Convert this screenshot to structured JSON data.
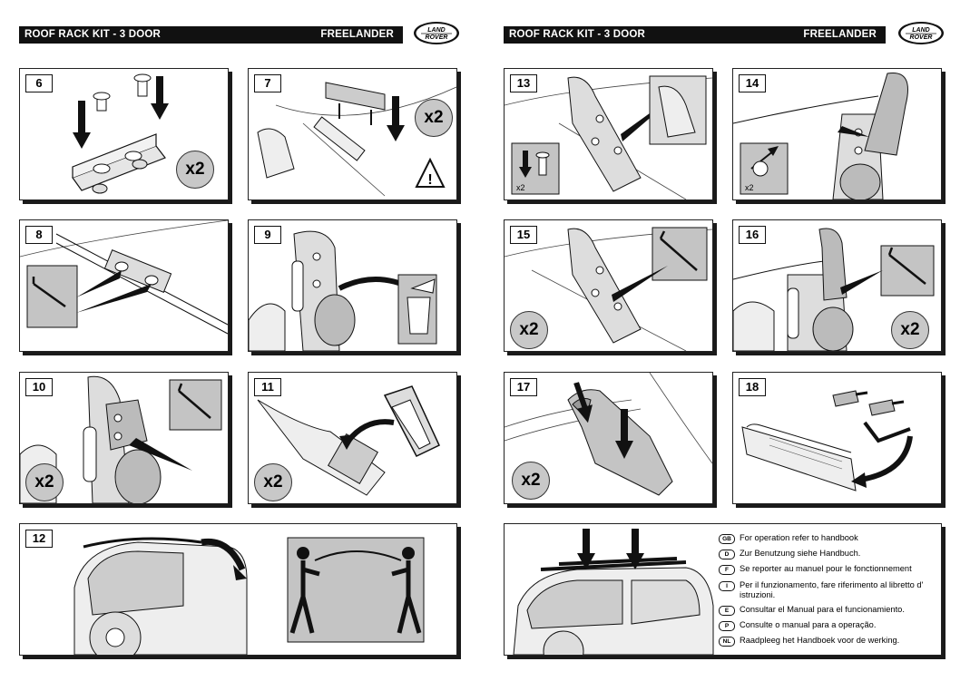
{
  "left_header": {
    "title": "ROOF RACK KIT - 3 DOOR",
    "brand": "FREELANDER"
  },
  "right_header": {
    "title": "ROOF RACK KIT - 3 DOOR",
    "brand": "FREELANDER"
  },
  "logo": {
    "line1": "LAND",
    "line2": "ROVER"
  },
  "steps": {
    "s6": {
      "number": "6",
      "badge": "x2"
    },
    "s7": {
      "number": "7",
      "badge": "x2"
    },
    "s8": {
      "number": "8"
    },
    "s9": {
      "number": "9"
    },
    "s10": {
      "number": "10",
      "badge": "x2"
    },
    "s11": {
      "number": "11",
      "badge": "x2"
    },
    "s12": {
      "number": "12"
    },
    "s13": {
      "number": "13",
      "note": "x2"
    },
    "s14": {
      "number": "14",
      "note": "x2"
    },
    "s15": {
      "number": "15",
      "badge": "x2"
    },
    "s16": {
      "number": "16",
      "badge": "x2"
    },
    "s17": {
      "number": "17",
      "badge": "x2"
    },
    "s18": {
      "number": "18"
    }
  },
  "legend": [
    {
      "code": "GB",
      "text": "For operation refer to handbook"
    },
    {
      "code": "D",
      "text": "Zur Benutzung siehe Handbuch."
    },
    {
      "code": "F",
      "text": "Se reporter au manuel pour le fonctionnement"
    },
    {
      "code": "I",
      "text": "Per il funzionamento, fare riferimento al libretto d' istruzioni."
    },
    {
      "code": "E",
      "text": "Consultar el Manual para el funcionamiento."
    },
    {
      "code": "P",
      "text": "Consulte o manual para a operação."
    },
    {
      "code": "NL",
      "text": "Raadpleeg het Handboek voor de werking."
    }
  ]
}
